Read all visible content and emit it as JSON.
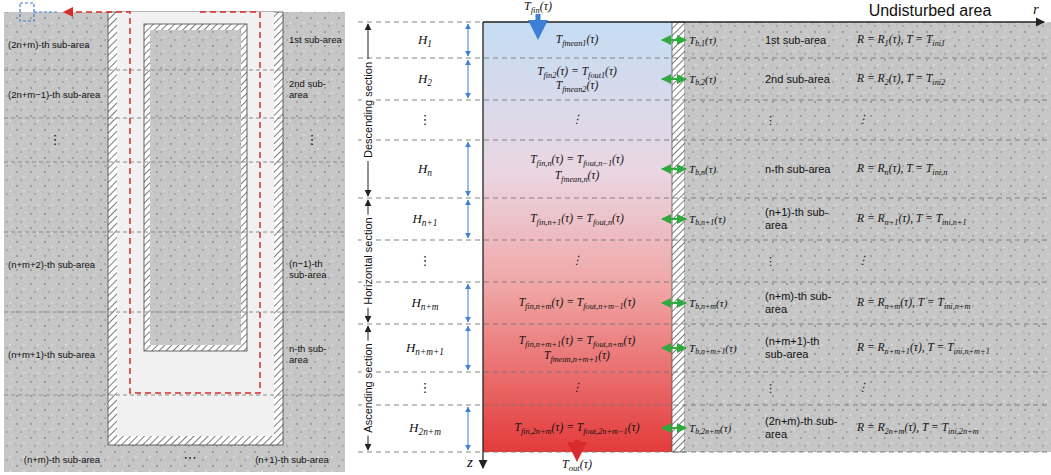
{
  "diagram": {
    "nodes": [
      {
        "text": [
          "Tfmean1(τ)",
          "Tfin2(τ) = Tfout1(τ)",
          "Tfmean2(τ)",
          "⋮",
          "Tfin,n(τ) = Tfout,n−1(τ)",
          "Tfmean,n(τ)",
          "Tfin,n+1(τ) = Tfout,n(τ)",
          "⋮",
          "Tfin,n+m(τ) = Tfout,n+m−1(τ)",
          "Tfin,n+m+1(τ) = Tfout,n+m(τ)",
          "Tfmean,n+m+1(τ)",
          "⋮",
          "Tfin,2n+m(τ) = Tfout,2n+m−1(τ)"
        ]
      },
      {
        "text": [
          "1st sub-area",
          "R = R1(τ), T = Tini1",
          "2nd sub-area",
          "R = R2(τ), T = Tini2",
          "⋮",
          "⋮",
          "n-th sub-area",
          "R = Rn(τ), T = Tini,n",
          "(n+1)-th sub-area",
          "R = Rn+1(τ), T = Tini,n+1",
          "⋮",
          "⋮",
          "(n+m)-th sub-area",
          "R = Rn+m(τ), T = Tini,n+m",
          "(n+m+1)-th sub-area",
          "R = Rn+m+1(τ), T = Tini,n+m+1",
          "⋮",
          "⋮",
          "(2n+m)-th sub-area",
          "R = R2n+m(τ), T = Tini,2n+m"
        ]
      }
    ],
    "labels": [
      "Undisturbed area",
      "r",
      "z",
      "Tfin(τ)",
      "Tout(τ)",
      "Descending section",
      "Horizontal section",
      "Ascending section",
      "H1",
      "H2",
      "Hn",
      "Hn+1",
      "Hn+m",
      "Hn+m+1",
      "H2n+m",
      "⋮",
      "⋮",
      "⋮",
      "Tb,1(τ)",
      "Tb,2(τ)",
      "Tb,n(τ)",
      "Tb,n+1(τ)",
      "Tb,n+m(τ)",
      "Tb,n+m+1(τ)",
      "Tb,2n+m(τ)",
      "(2n+m)-th sub-area",
      "(2n+m−1)-th sub-area",
      "⋮",
      "(n+m+2)-th sub-area",
      "(n+m+1)-th sub-area",
      "(n+m)-th sub-area",
      "⋯",
      "(n+1)-th sub-area",
      "1st sub-area",
      "2nd sub-area",
      "⋮",
      "(n−1)-th sub-area",
      "n-th sub-area"
    ]
  }
}
